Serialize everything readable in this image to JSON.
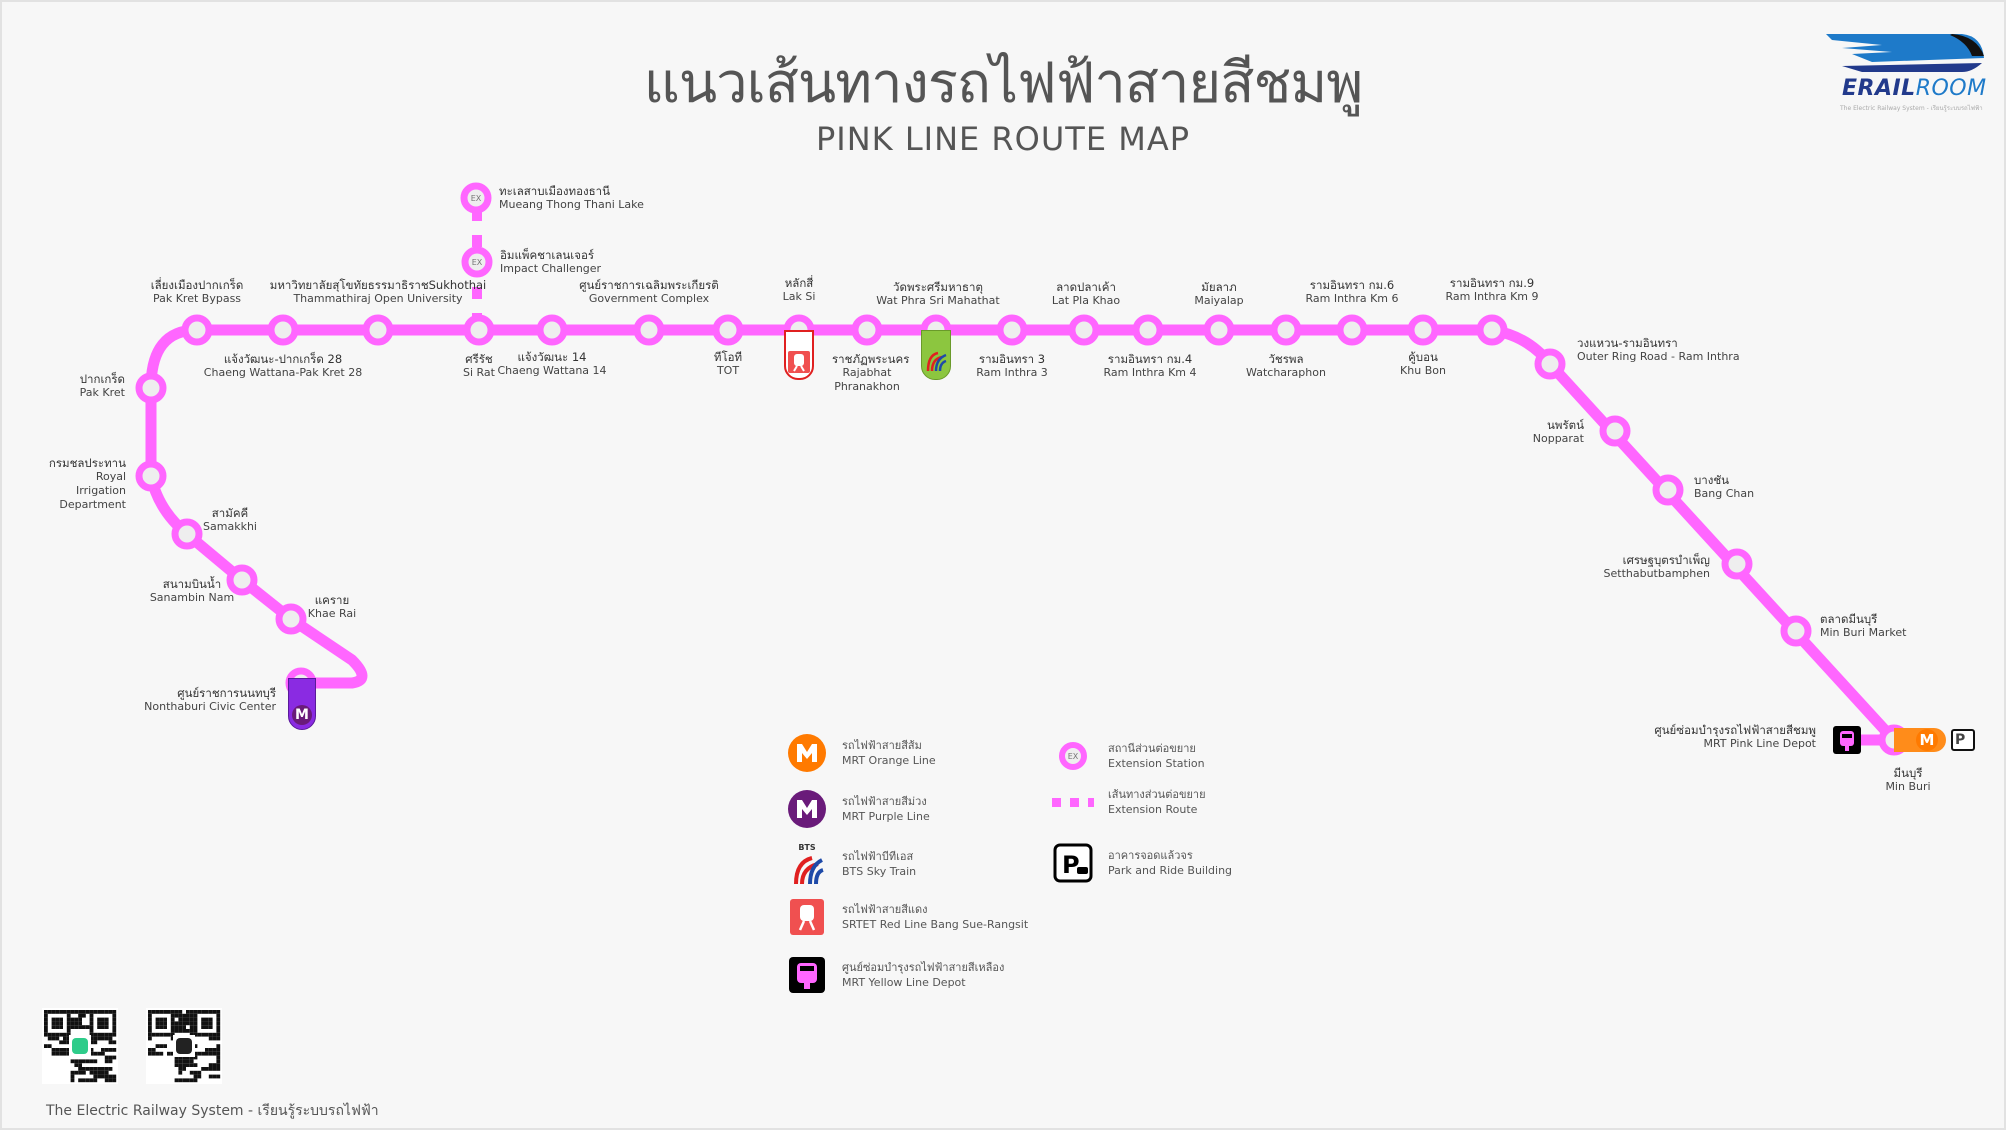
{
  "title": {
    "thai": "แนวเส้นทางรถไฟฟ้าสายสีชมพู",
    "english": "PINK LINE ROUTE MAP"
  },
  "logo": {
    "brand_bold": "ERAIL",
    "brand_light": "ROOM",
    "tagline": "The Electric Railway System - เรียนรู้ระบบรถไฟฟ้า"
  },
  "colors": {
    "pink_line": "#ff66ff",
    "orange_line": "#ff7a00",
    "purple_line": "#6a1b7a",
    "red_line": "#f05050",
    "bts_green": "#8cc63f"
  },
  "stations": [
    {
      "th": "ศูนย์ราชการนนทบุรี",
      "en": "Nonthaburi Civic Center"
    },
    {
      "th": "แคราย",
      "en": "Khae Rai"
    },
    {
      "th": "สนามบินน้ำ",
      "en": "Sanambin Nam"
    },
    {
      "th": "สามัคคี",
      "en": "Samakkhi"
    },
    {
      "th": "กรมชลประทาน",
      "en": "Royal Irrigation Department"
    },
    {
      "th": "ปากเกร็ด",
      "en": "Pak Kret"
    },
    {
      "th": "เลี่ยงเมืองปากเกร็ด",
      "en": "Pak Kret Bypass"
    },
    {
      "th": "แจ้งวัฒนะ-ปากเกร็ด 28",
      "en": "Chaeng Wattana-Pak Kret 28"
    },
    {
      "th": "มหาวิทยาลัยสุโขทัยธรรมาธิราชSukhothai",
      "en": "Thammathiraj Open University"
    },
    {
      "th": "ศรีรัช",
      "en": "Si Rat"
    },
    {
      "th": "แจ้งวัฒนะ 14",
      "en": "Chaeng Wattana 14"
    },
    {
      "th": "ศูนย์ราชการเฉลิมพระเกียรติ",
      "en": "Government Complex"
    },
    {
      "th": "ทีโอที",
      "en": "TOT"
    },
    {
      "th": "หลักสี่",
      "en": "Lak Si"
    },
    {
      "th": "ราชภัฏพระนคร",
      "en": "Rajabhat Phranakhon"
    },
    {
      "th": "วัดพระศรีมหาธาตุ",
      "en": "Wat Phra Sri Mahathat"
    },
    {
      "th": "รามอินทรา 3",
      "en": "Ram Inthra 3"
    },
    {
      "th": "ลาดปลาเค้า",
      "en": "Lat Pla Khao"
    },
    {
      "th": "รามอินทรา กม.4",
      "en": "Ram Inthra Km 4"
    },
    {
      "th": "มัยลาภ",
      "en": "Maiyalap"
    },
    {
      "th": "วัชรพล",
      "en": "Watcharaphon"
    },
    {
      "th": "รามอินทรา กม.6",
      "en": "Ram Inthra Km 6"
    },
    {
      "th": "คู้บอน",
      "en": "Khu Bon"
    },
    {
      "th": "รามอินทรา กม.9",
      "en": "Ram Inthra Km 9"
    },
    {
      "th": "วงแหวน-รามอินทรา",
      "en": "Outer Ring Road - Ram Inthra"
    },
    {
      "th": "นพรัตน์",
      "en": "Nopparat"
    },
    {
      "th": "บางชัน",
      "en": "Bang Chan"
    },
    {
      "th": "เศรษฐบุตรบำเพ็ญ",
      "en": "Setthabutbamphen"
    },
    {
      "th": "ตลาดมีนบุรี",
      "en": "Min Buri Market"
    },
    {
      "th": "มีนบุรี",
      "en": "Min Buri"
    }
  ],
  "extension_stations": [
    {
      "th": "อิมแพ็คชาเลนเจอร์",
      "en": "Impact Challenger",
      "code": "EX"
    },
    {
      "th": "ทะเลสาบเมืองทองธานี",
      "en": "Mueang Thong Thani Lake",
      "code": "EX"
    }
  ],
  "depot": {
    "th": "ศูนย์ซ่อมบำรุงรถไฟฟ้าสายสีชมพู",
    "en": "MRT Pink Line Depot"
  },
  "interchange_marks": {
    "mrt": "M",
    "park": "P"
  },
  "legend": [
    {
      "icon": "mrt-orange-icon",
      "th": "รถไฟฟ้าสายสีส้ม",
      "en": "MRT Orange Line"
    },
    {
      "icon": "mrt-purple-icon",
      "th": "รถไฟฟ้าสายสีม่วง",
      "en": "MRT Purple Line"
    },
    {
      "icon": "bts-icon",
      "th": "รถไฟฟ้าบีทีเอส",
      "en": "BTS Sky Train"
    },
    {
      "icon": "red-line-train-icon",
      "th": "รถไฟฟ้าสายสีแดง",
      "en": "SRTET Red Line Bang Sue-Rangsit"
    },
    {
      "icon": "depot-icon",
      "th": "ศูนย์ซ่อมบำรุงรถไฟฟ้าสายสีเหลือง",
      "en": "MRT Yellow Line Depot"
    },
    {
      "icon": "extension-station-icon",
      "th": "สถานีส่วนต่อขยาย",
      "en": "Extension Station"
    },
    {
      "icon": "extension-route-icon",
      "th": "เส้นทางส่วนต่อขยาย",
      "en": "Extension Route"
    },
    {
      "icon": "park-and-ride-icon",
      "th": "อาคารจอดแล้วจร",
      "en": "Park and Ride Building"
    }
  ],
  "bts_mark": "BTS",
  "footer": "The Electric Railway System - เรียนรู้ระบบรถไฟฟ้า"
}
